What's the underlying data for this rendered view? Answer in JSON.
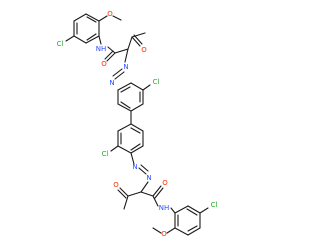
{
  "colors": {
    "bond": "#1a1a1a",
    "carbon_text": "#1a1a1a",
    "oxygen": "#ff2a00",
    "nitrogen": "#2a4cff",
    "chlorine": "#2aa82a"
  },
  "atoms": {
    "cl_top_left": "Cl",
    "o_methoxy_top": "O",
    "nh_top": "NH",
    "o_amide_top": "O",
    "o_ketone_top": "O",
    "n_azo_top_1": "N",
    "n_azo_top_2": "N",
    "cl_biphenyl_top": "Cl",
    "cl_biphenyl_bottom": "Cl",
    "n_azo_bottom_1": "N",
    "n_azo_bottom_2": "N",
    "o_ketone_bottom": "O",
    "o_amide_bottom": "O",
    "nh_bottom": "NH",
    "cl_bottom_right": "Cl",
    "o_methoxy_bottom": "O"
  }
}
